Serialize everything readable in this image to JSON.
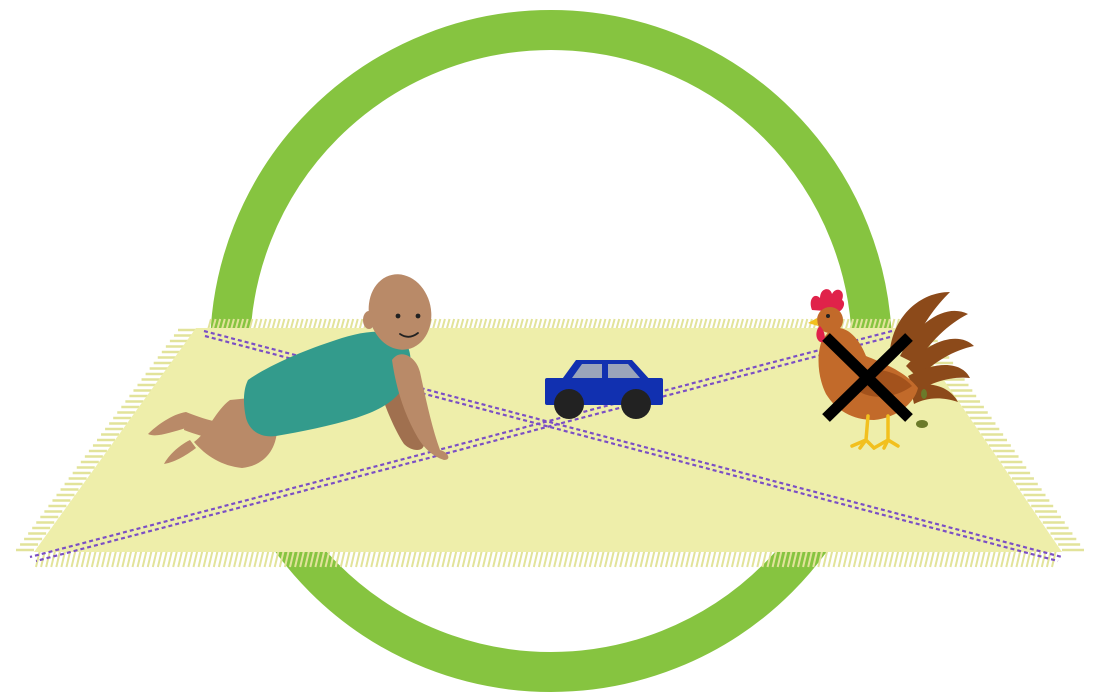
{
  "colors": {
    "ring": "#86c440",
    "mat": "#eeeeaa",
    "mat_fringe": "#e2e39a",
    "diagonal_lines": "#7b4fc4",
    "baby_skin": "#b98a68",
    "baby_skin_shadow": "#a0704f",
    "baby_onesie": "#339b8c",
    "car_body": "#1130b0",
    "car_window": "#9aa4ba",
    "car_wheel": "#222222",
    "rooster_body": "#c26a2a",
    "rooster_comb": "#e0224a",
    "rooster_tail": "#8c4a1a",
    "rooster_legs": "#f2c01e",
    "cross_mark": "#000000"
  },
  "scene": {
    "elements": [
      "ring",
      "mat",
      "diagonal-lines",
      "baby",
      "toy-car",
      "rooster",
      "cross-mark"
    ],
    "rooster_crossed_out": true
  }
}
